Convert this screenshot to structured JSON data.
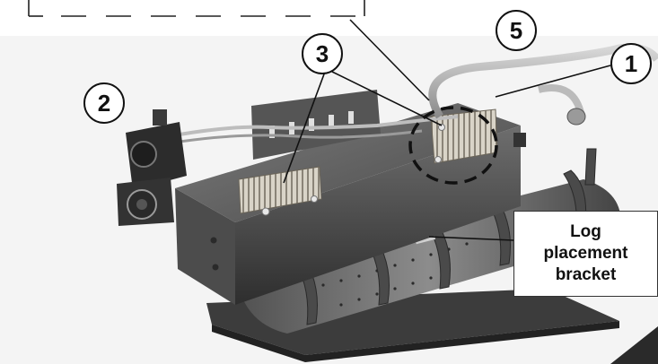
{
  "callouts": {
    "c1": "1",
    "c2": "2",
    "c3": "3",
    "c5": "5"
  },
  "label_box": {
    "line1": "Log",
    "line2": "placement",
    "line3": "bracket"
  },
  "colors": {
    "metal_dark": "#3a3a3a",
    "metal_mid": "#5a5a5a",
    "metal_light": "#8a8a8a",
    "photo_bg": "#f2f2f2"
  }
}
